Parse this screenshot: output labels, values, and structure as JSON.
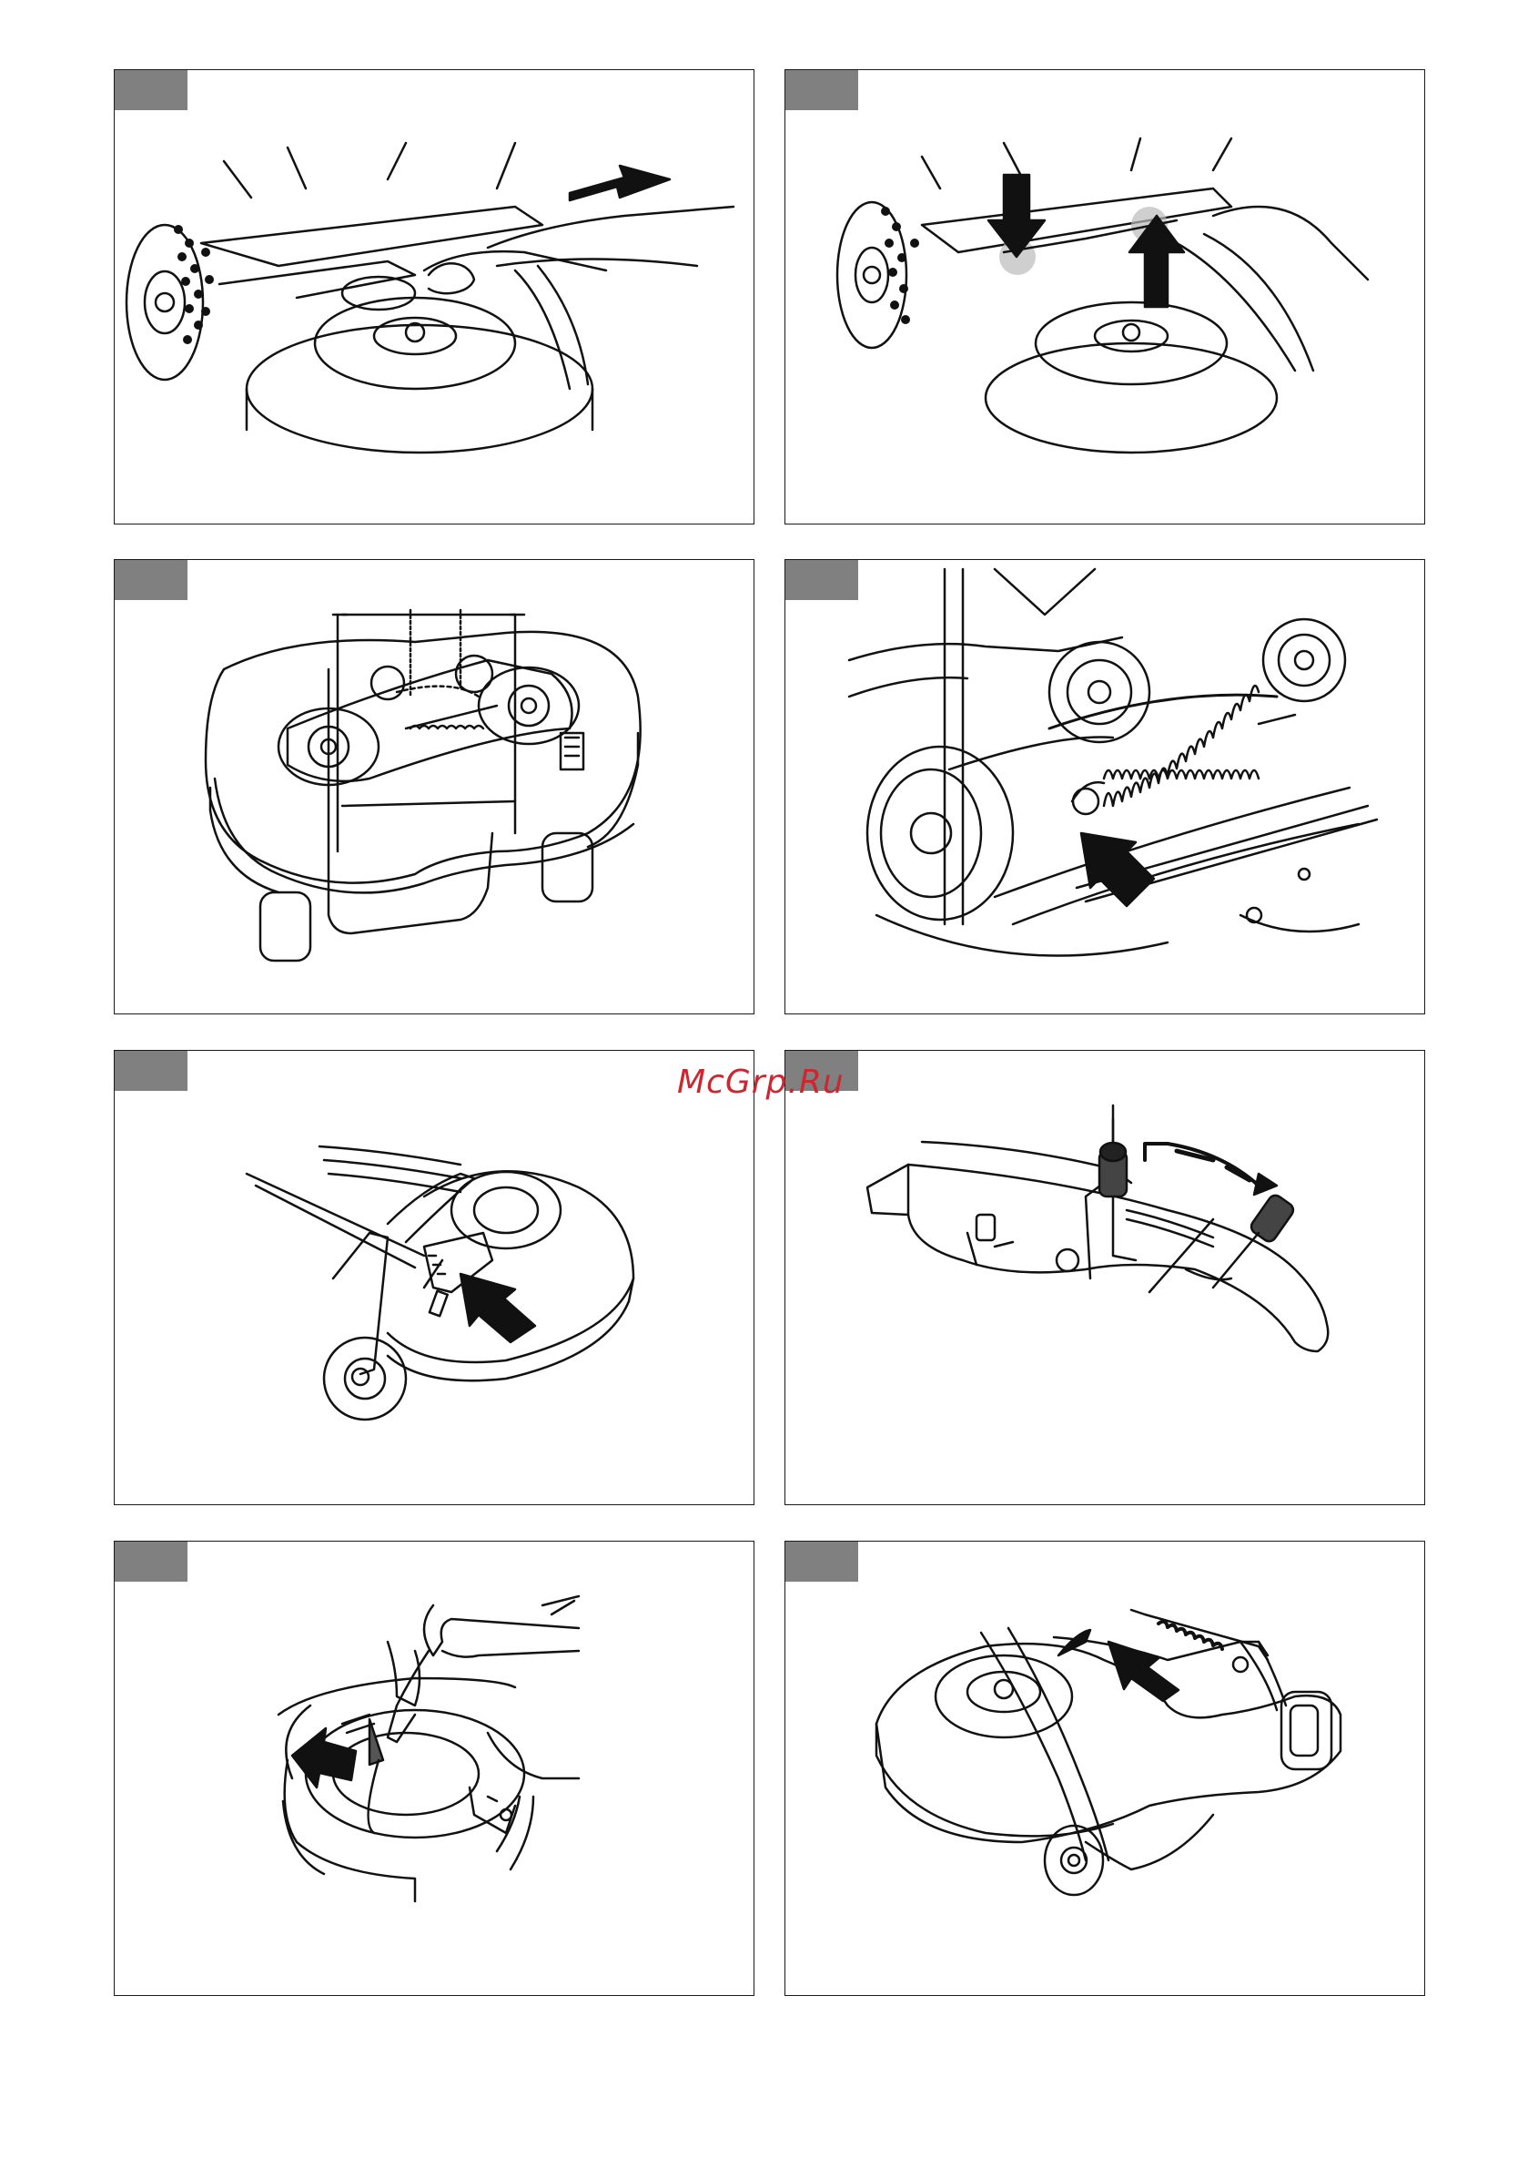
{
  "watermark": {
    "text": "McGrp.Ru",
    "color": "#cc2630"
  },
  "panels": [
    {
      "id": 1,
      "tab_color": "#808080",
      "illustration": "rider-deck-pin-removal"
    },
    {
      "id": 2,
      "tab_color": "#808080",
      "illustration": "rider-lift-arm-release"
    },
    {
      "id": 3,
      "tab_color": "#808080",
      "illustration": "cutting-deck-top-view"
    },
    {
      "id": 4,
      "tab_color": "#808080",
      "illustration": "belt-tension-spring"
    },
    {
      "id": 5,
      "tab_color": "#808080",
      "illustration": "deck-height-adjuster"
    },
    {
      "id": 6,
      "tab_color": "#808080",
      "illustration": "cutting-height-lever"
    },
    {
      "id": 7,
      "tab_color": "#808080",
      "illustration": "belt-removal-by-hand"
    },
    {
      "id": 8,
      "tab_color": "#808080",
      "illustration": "deck-spring-attachment"
    }
  ]
}
